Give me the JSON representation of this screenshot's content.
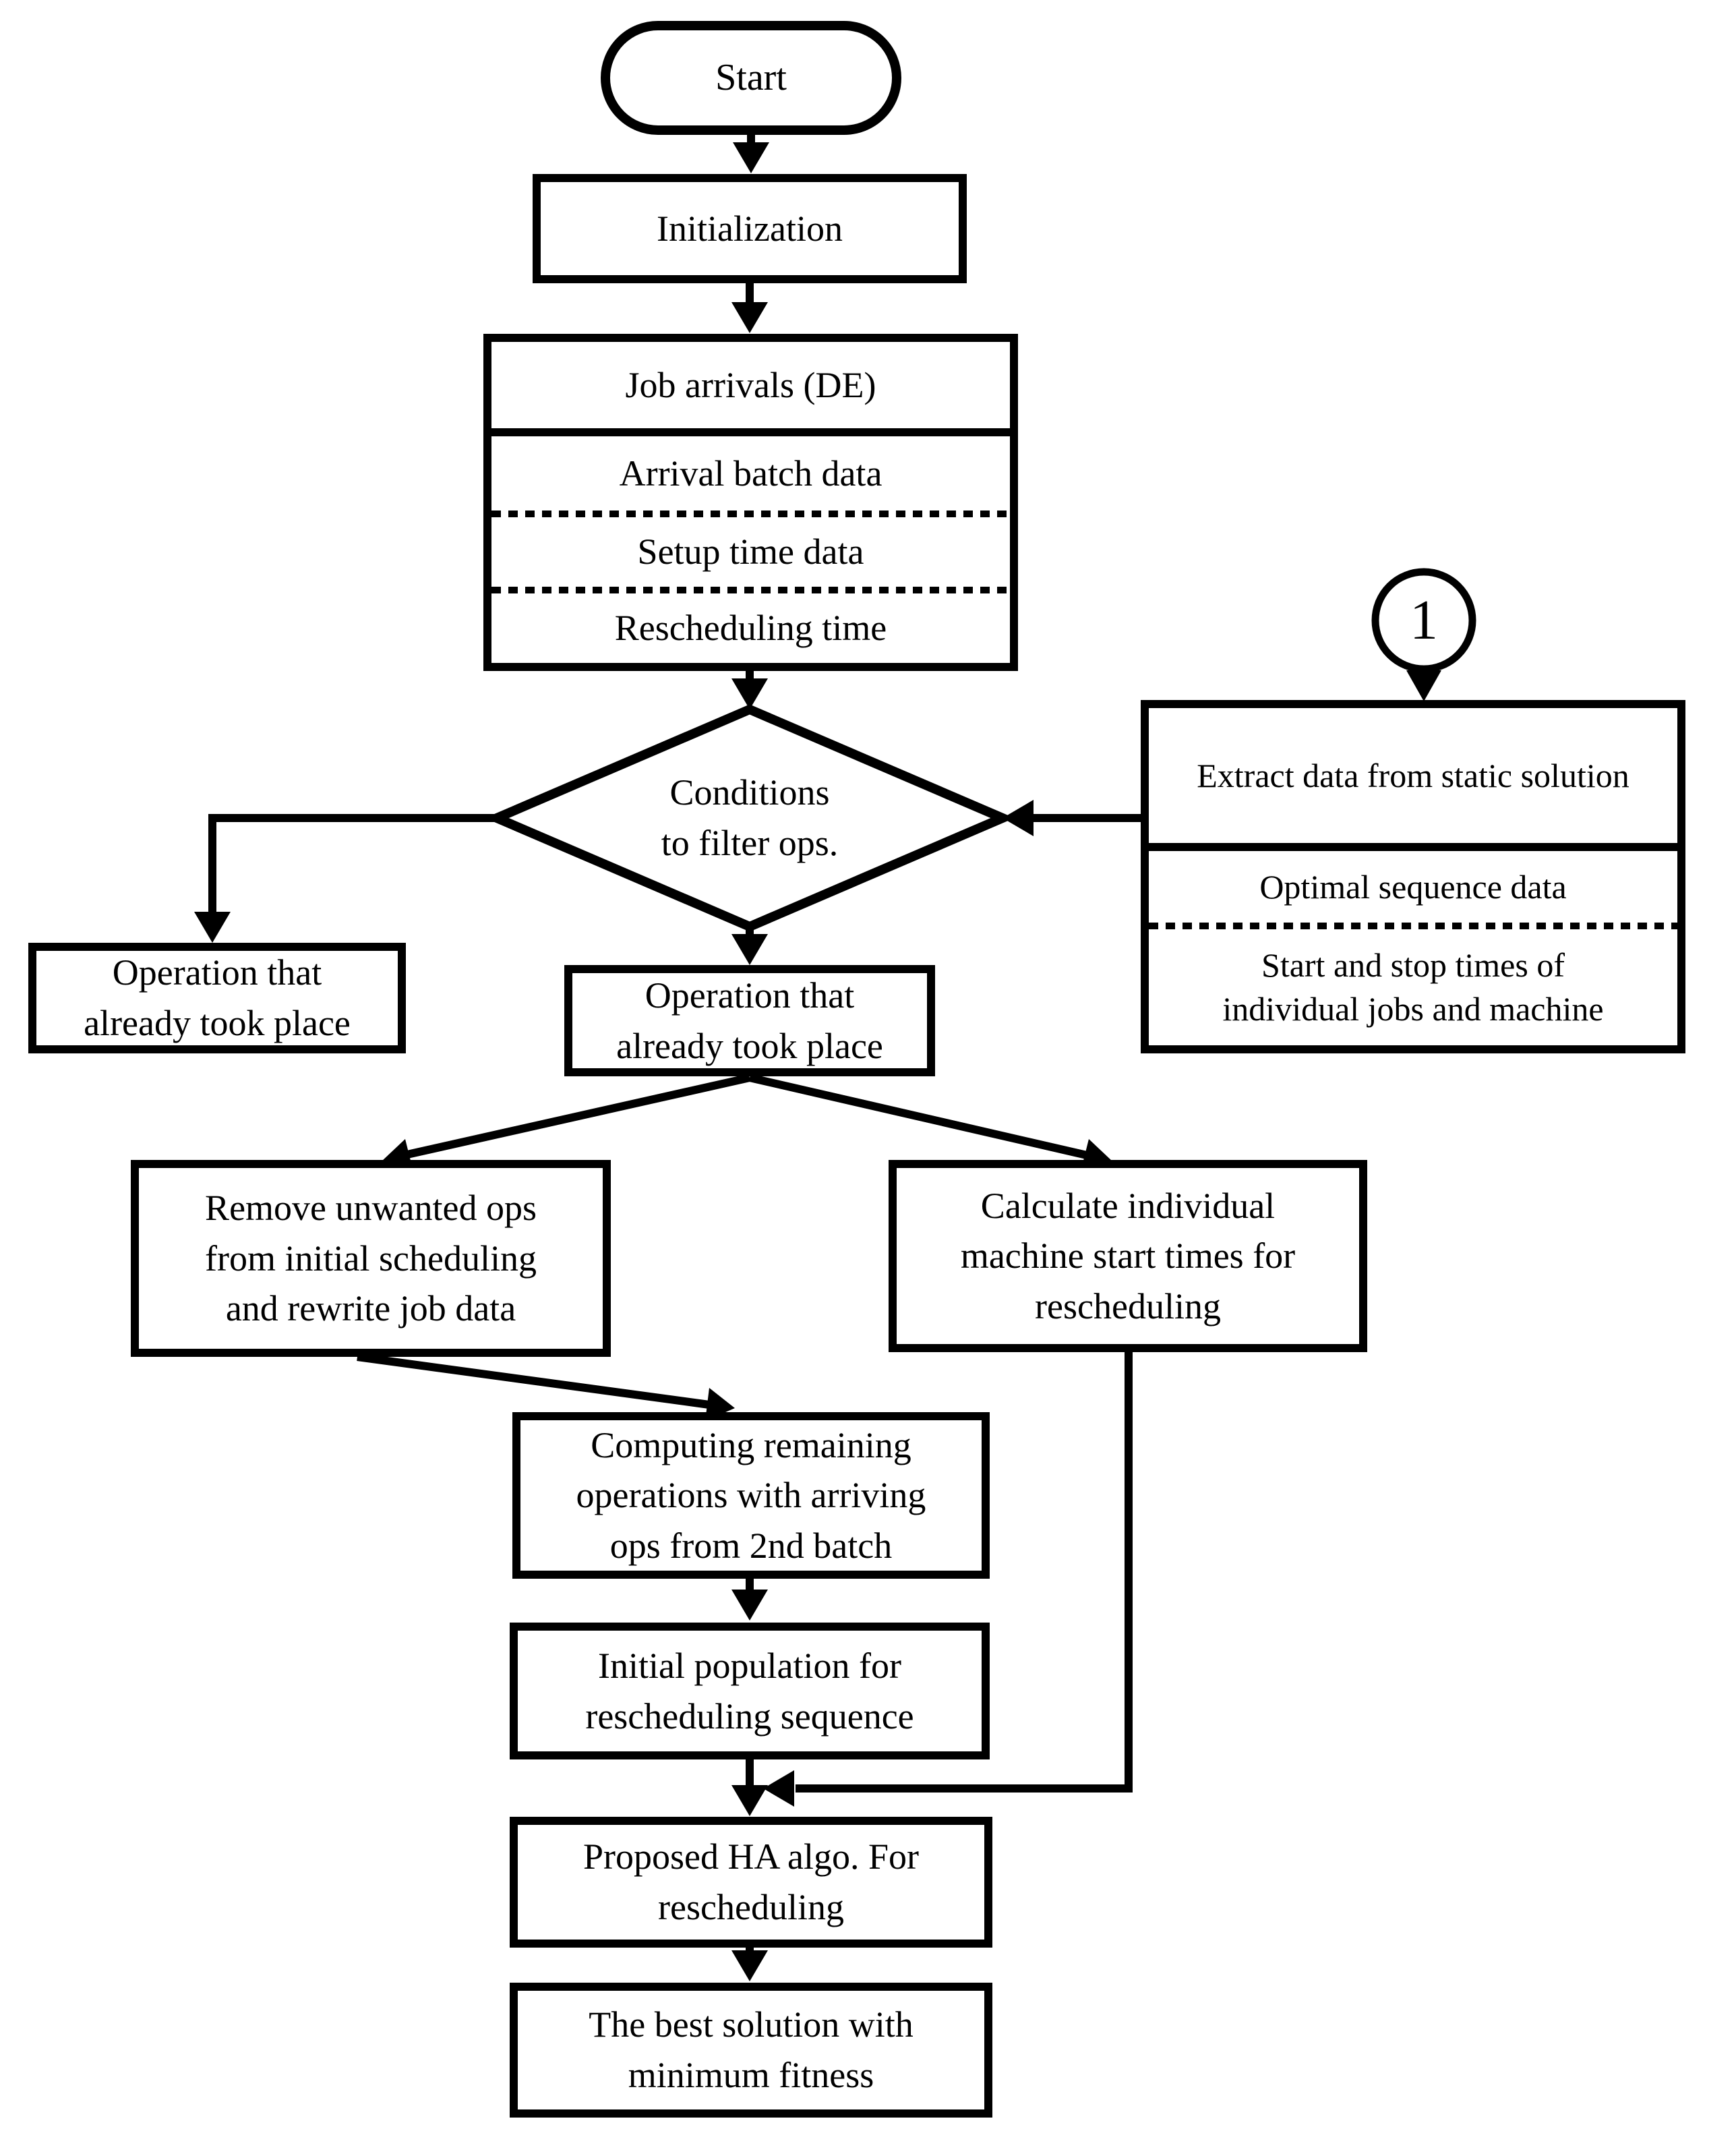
{
  "diagram": {
    "colors": {
      "ink": "#000000",
      "background": "#ffffff"
    },
    "nodes": {
      "start": "Start",
      "initialization": "Initialization",
      "job_arrivals": {
        "title": "Job arrivals (DE)",
        "rows": [
          "Arrival batch data",
          "Setup time data",
          "Rescheduling time"
        ]
      },
      "decision": "Conditions\nto filter ops.",
      "connector_1": "1",
      "extract": {
        "title": "Extract data from static solution",
        "rows": [
          "Optimal sequence data",
          "Start and stop times of\nindividual jobs and machine"
        ]
      },
      "op_took_place_left": "Operation that\nalready took place",
      "op_took_place_center": "Operation that\nalready took place",
      "remove_unwanted": "Remove unwanted ops\nfrom initial scheduling\nand rewrite job data",
      "calc_machine_start": "Calculate individual\nmachine start times for\nrescheduling",
      "computing_remaining": "Computing remaining\noperations with arriving\nops from 2nd batch",
      "initial_population": "Initial population for\nrescheduling sequence",
      "proposed_ha": "Proposed HA algo. For\nrescheduling",
      "best_solution": "The best solution with\nminimum fitness"
    }
  }
}
